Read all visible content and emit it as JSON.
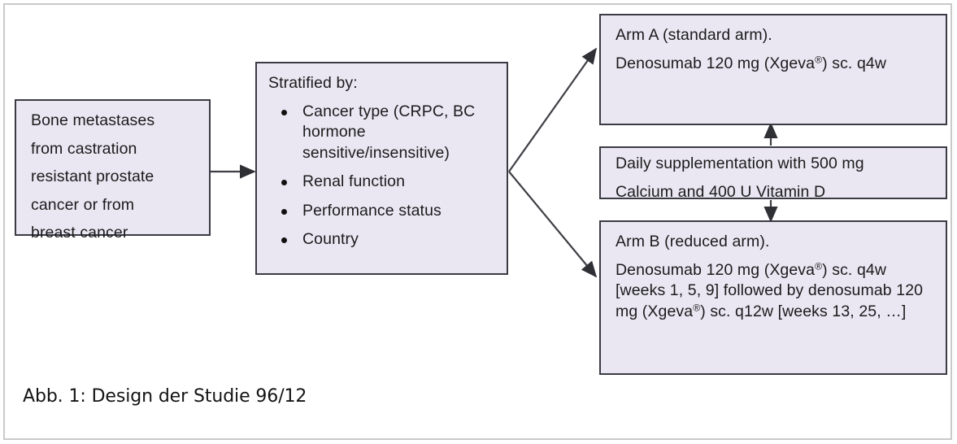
{
  "figure": {
    "caption": "Abb. 1: Design der Studie 96/12",
    "colors": {
      "node_fill": "#eae7f3",
      "node_border": "#3b3b44",
      "connector": "#3f3f46",
      "outer_border": "#c9c9c9",
      "text": "#1b1b1b",
      "page_background": "#ffffff"
    }
  },
  "nodes": {
    "source": {
      "name": "population-box",
      "lines": [
        "Bone metastases",
        "from castration",
        "resistant prostate",
        "cancer or from",
        "breast cancer"
      ],
      "text": "Bone metastases from castration resistant prostate cancer or from breast cancer"
    },
    "stratification": {
      "name": "stratification-box",
      "heading": "Stratified by:",
      "bullets": [
        "Cancer type (CRPC, BC hormone sensitive/insensitive)",
        "Renal function",
        "Performance status",
        "Country"
      ]
    },
    "arm_a": {
      "name": "arm-a-box",
      "title": "Arm A (standard arm).",
      "body_pre": "Denosumab 120 mg (Xgeva",
      "body_reg": "®",
      "body_post": ") sc. q4w"
    },
    "supplementation": {
      "name": "supplementation-box",
      "line1": "Daily supplementation  with 500 mg",
      "line2": "Calcium and 400 U Vitamin D"
    },
    "arm_b": {
      "name": "arm-b-box",
      "title": "Arm B (reduced arm).",
      "body_pre": "Denosumab 120 mg (Xgeva",
      "body_reg_1": "®",
      "body_mid": ") sc. q4w [weeks 1, 5, 9] followed by denosumab 120 mg (Xgeva",
      "body_reg_2": "®",
      "body_post": ") sc. q12w [weeks 13, 25, …]"
    }
  },
  "connectors": [
    {
      "name": "arrow-source-to-stratification",
      "from": "population-box",
      "to": "stratification-box",
      "style": "straight-horizontal"
    },
    {
      "name": "arrow-stratification-to-arm-a",
      "from": "stratification-box",
      "to": "arm-a-box",
      "style": "diagonal-up"
    },
    {
      "name": "arrow-stratification-to-arm-b",
      "from": "stratification-box",
      "to": "arm-b-box",
      "style": "diagonal-down"
    },
    {
      "name": "arrow-supplementation-to-arm-a",
      "from": "supplementation-box",
      "to": "arm-a-box",
      "style": "vertical-up"
    },
    {
      "name": "arrow-supplementation-to-arm-b",
      "from": "supplementation-box",
      "to": "arm-b-box",
      "style": "vertical-down"
    }
  ]
}
